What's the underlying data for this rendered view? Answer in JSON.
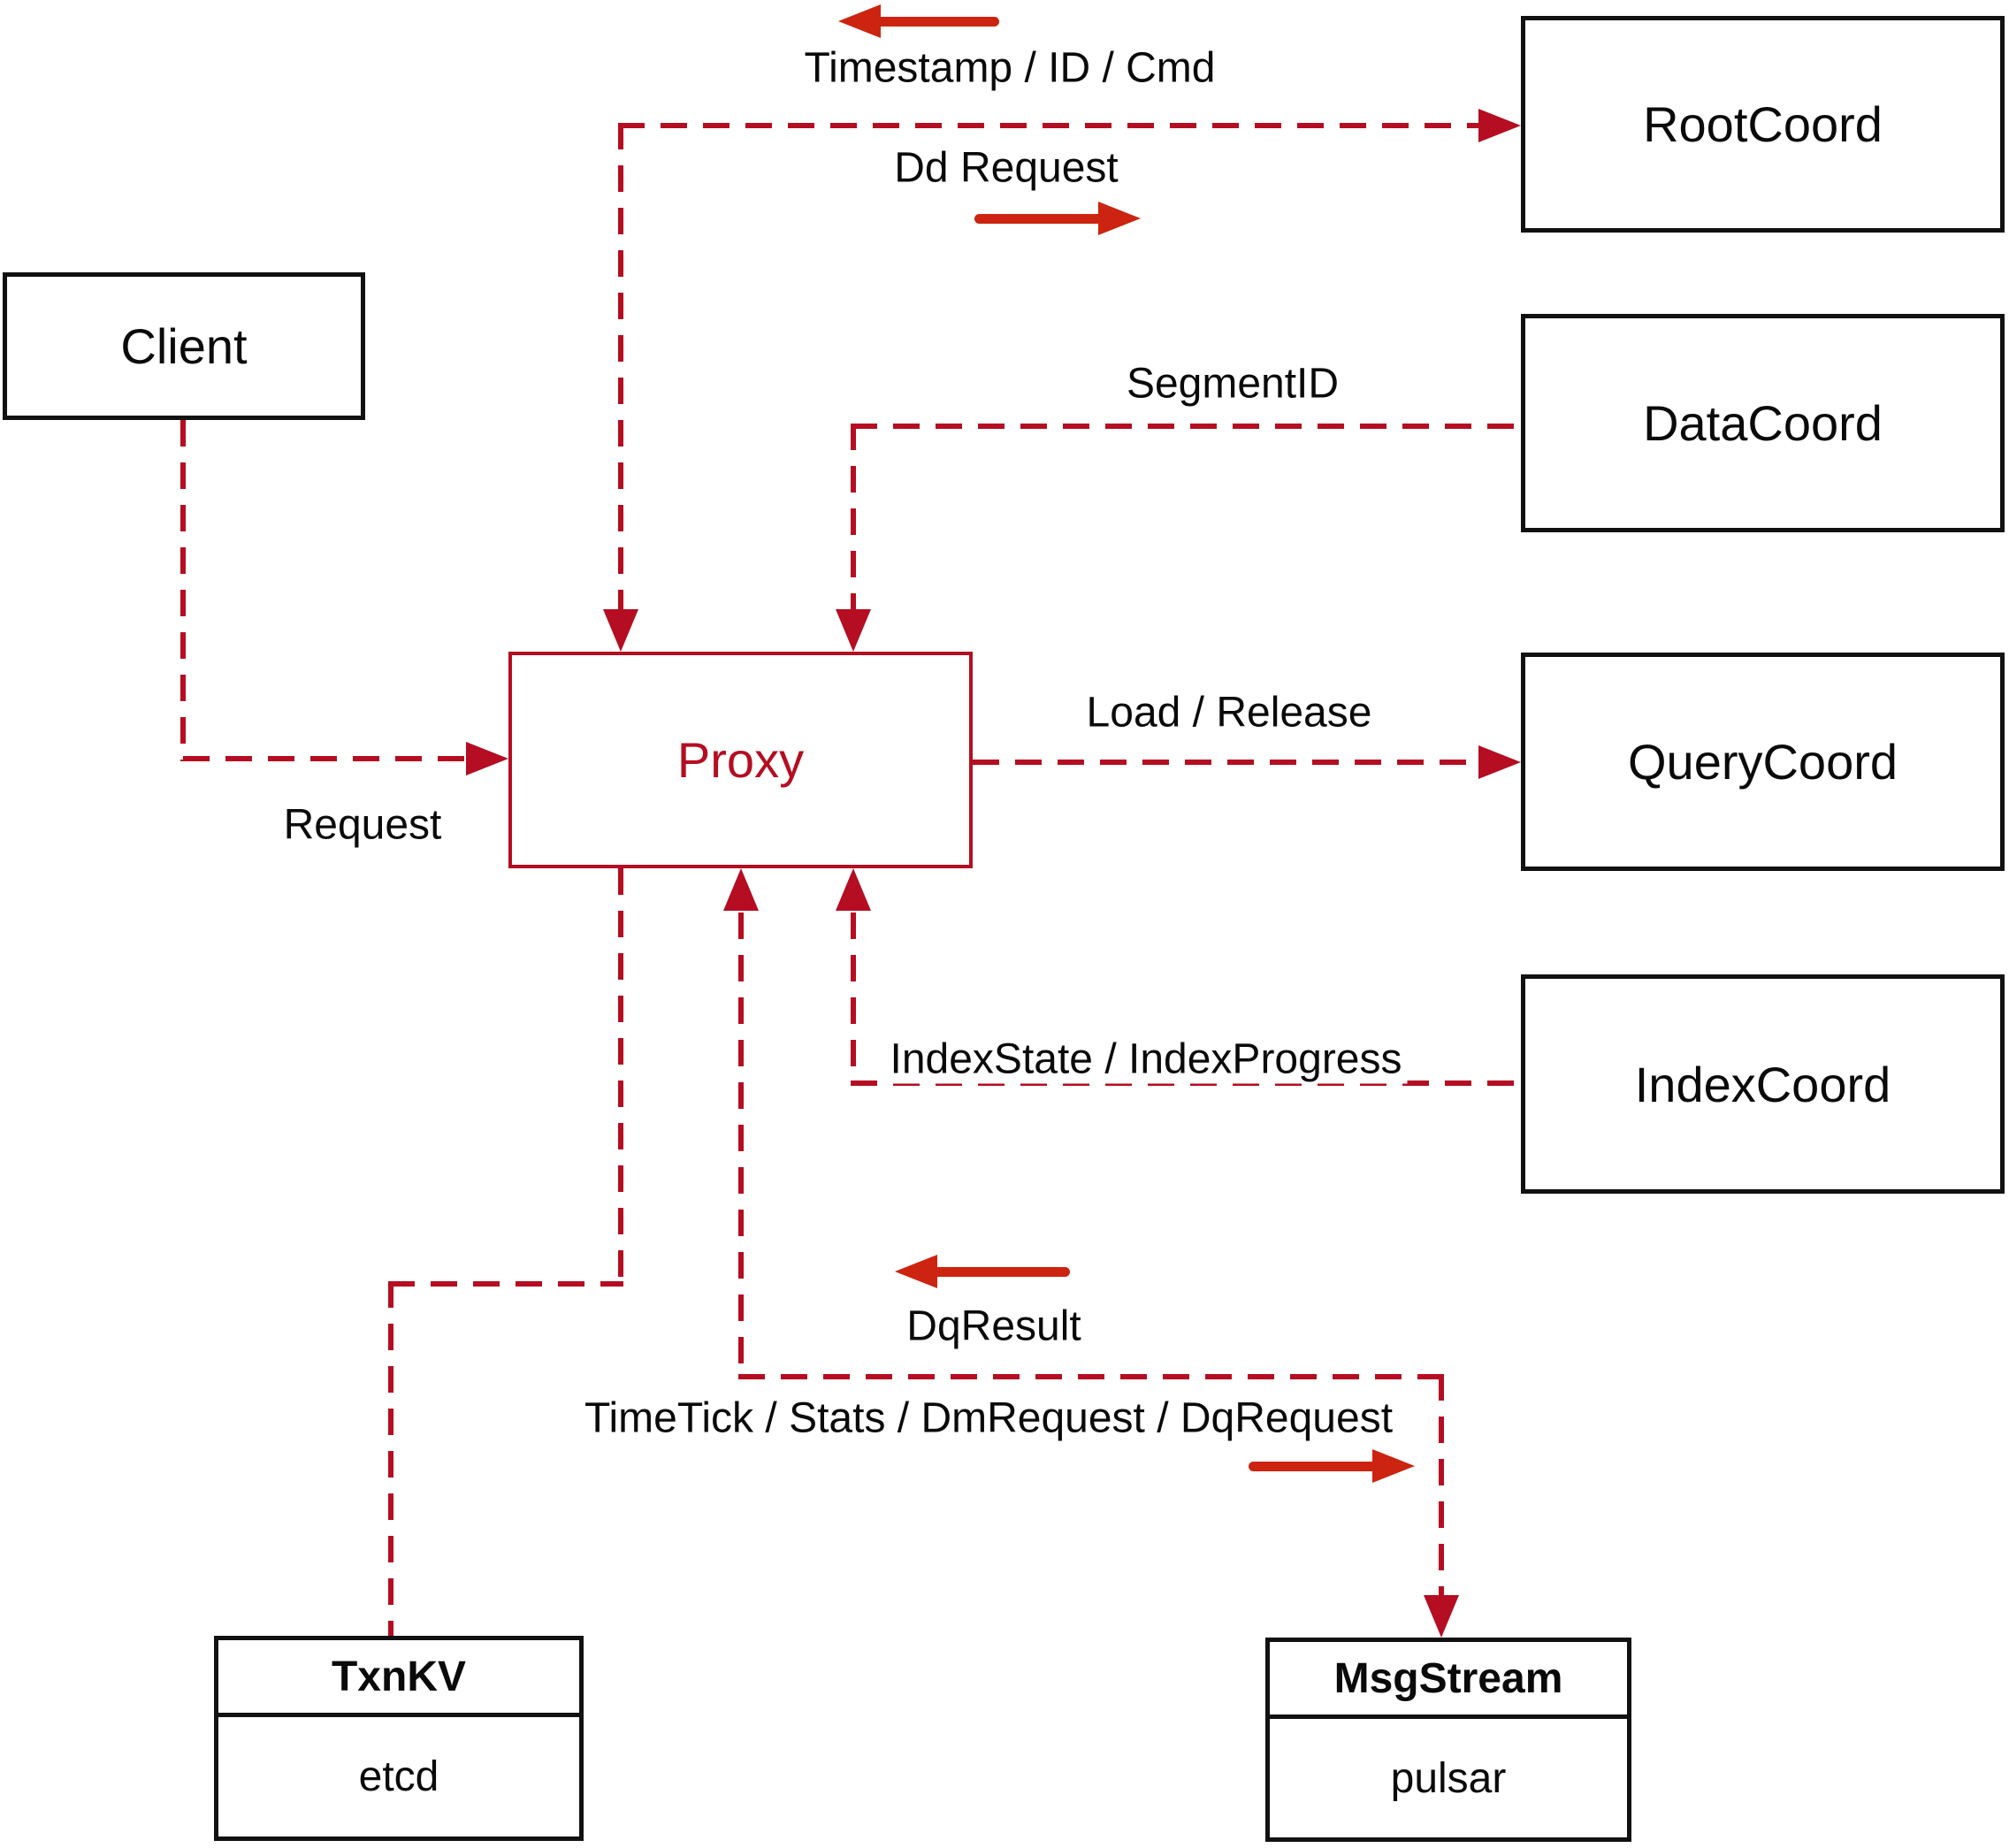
{
  "diagram": {
    "nodes": {
      "client": {
        "label": "Client"
      },
      "proxy": {
        "label": "Proxy"
      },
      "root_coord": {
        "label": "RootCoord"
      },
      "data_coord": {
        "label": "DataCoord"
      },
      "query_coord": {
        "label": "QueryCoord"
      },
      "index_coord": {
        "label": "IndexCoord"
      },
      "txn_kv": {
        "title": "TxnKV",
        "impl": "etcd"
      },
      "msg_stream": {
        "title": "MsgStream",
        "impl": "pulsar"
      }
    },
    "edge_labels": {
      "timestamp_id_cmd": "Timestamp / ID / Cmd",
      "dd_request": "Dd Request",
      "segment_id": "SegmentID",
      "load_release": "Load / Release",
      "request": "Request",
      "index_state_progress": "IndexState / IndexProgress",
      "dq_result": "DqResult",
      "timetick_stats": "TimeTick / Stats / DmRequest / DqRequest"
    },
    "colors": {
      "connector": "#b50d22",
      "solid_arrow": "#cc2410",
      "box_border": "#111111",
      "proxy_accent": "#b50d22",
      "text": "#0a0a0a",
      "background": "#ffffff"
    }
  }
}
